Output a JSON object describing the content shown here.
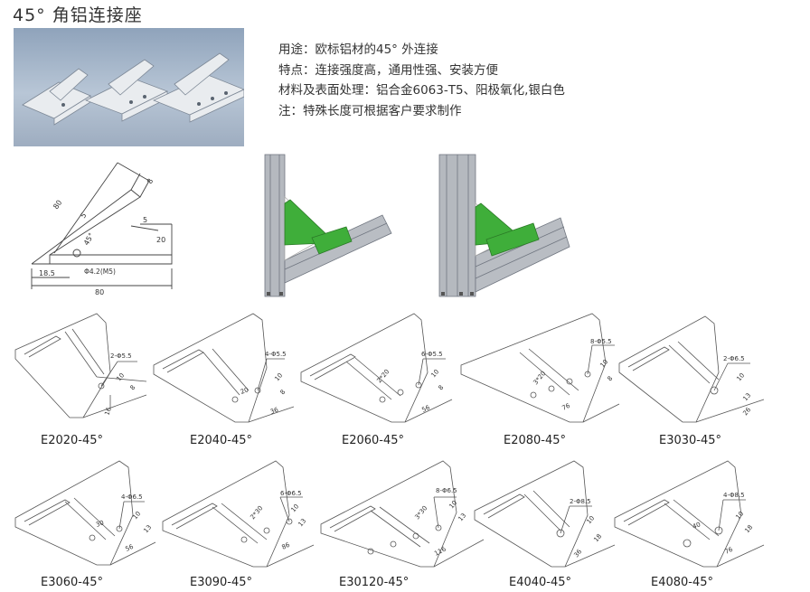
{
  "title": "45°  角铝连接座",
  "description": [
    "用途：欧标铝材的45°  外连接",
    "特点：连接强度高，通用性强、安装方便",
    "材料及表面处理：铝合金6063-T5、阳极氧化,银白色",
    "注：特殊长度可根据客户要求制作"
  ],
  "main_drawing": {
    "dims": [
      "80",
      "5",
      "5",
      "20",
      "45°",
      "Φ4.2(M5)",
      "18.5",
      "80",
      "8"
    ]
  },
  "models": [
    {
      "caption": "E2020-45°",
      "dims": [
        "2-Φ5.5",
        "10",
        "8",
        "16"
      ]
    },
    {
      "caption": "E2040-45°",
      "dims": [
        "4-Φ5.5",
        "10",
        "20",
        "8",
        "36"
      ]
    },
    {
      "caption": "E2060-45°",
      "dims": [
        "6-Φ5.5",
        "2*20",
        "10",
        "8",
        "56"
      ]
    },
    {
      "caption": "E2080-45°",
      "dims": [
        "8-Φ5.5",
        "3*20",
        "10",
        "8",
        "76"
      ]
    },
    {
      "caption": "E3030-45°",
      "dims": [
        "2-Φ6.5",
        "10",
        "13",
        "26"
      ]
    },
    {
      "caption": "E3060-45°",
      "dims": [
        "4-Φ6.5",
        "30",
        "10",
        "13",
        "56"
      ]
    },
    {
      "caption": "E3090-45°",
      "dims": [
        "6-Φ6.5",
        "2*30",
        "10",
        "13",
        "86"
      ]
    },
    {
      "caption": "E30120-45°",
      "dims": [
        "8-Φ6.5",
        "3*30",
        "10",
        "13",
        "116"
      ]
    },
    {
      "caption": "E4040-45°",
      "dims": [
        "2-Φ8.5",
        "10",
        "18",
        "36"
      ]
    },
    {
      "caption": "E4080-45°",
      "dims": [
        "4-Φ8.5",
        "40",
        "10",
        "18",
        "76"
      ]
    }
  ],
  "colors": {
    "connector_green": "#3fae3a",
    "profile_gray": "#a9adb3",
    "line": "#444444"
  }
}
